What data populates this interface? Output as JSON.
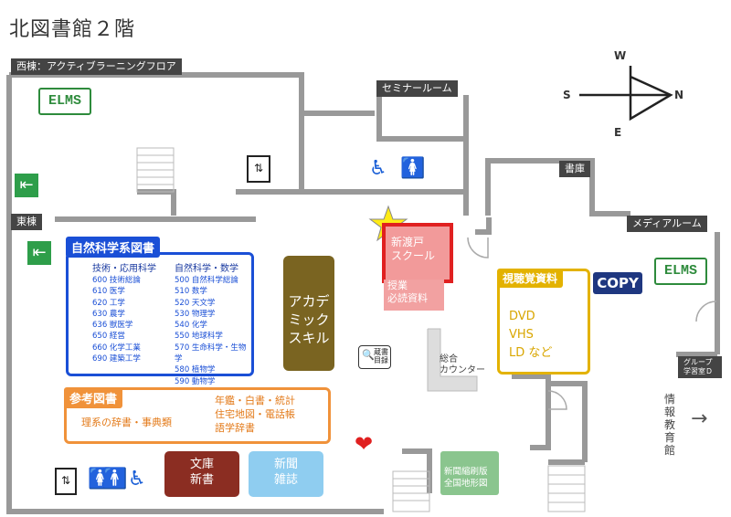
{
  "page_title": "北図書館２階",
  "rooms": {
    "west_wing": "西棟：アクティブラーニングフロア",
    "seminar": "セミナールーム",
    "shoko": "書庫",
    "media": "メディアルーム",
    "east_wing": "東棟",
    "group_study": "グループ学習室Ｄ"
  },
  "compass": {
    "north": "N",
    "south": "S",
    "east": "E",
    "west": "W"
  },
  "science": {
    "title": "自然科学系図書",
    "col1_head": "技術・応用科学",
    "col1": [
      "600 技術総論",
      "610 医学",
      "620 工学",
      "630 農学",
      "636 獣医学",
      "650 経営",
      "660 化学工業",
      "690 建築工学"
    ],
    "col2_head": "自然科学・数学",
    "col2": [
      "500 自然科学総論",
      "510 数学",
      "520 天文学",
      "530 物理学",
      "540 化学",
      "550 地球科学",
      "570 生命科学・生物学",
      "580 植物学",
      "590 動物学"
    ]
  },
  "reference": {
    "title": "参考図書",
    "left": "理系の辞書・事典類",
    "right": [
      "年鑑・白書・統計",
      "住宅地図・電話帳",
      "語学辞書"
    ]
  },
  "academic_skill": [
    "アカデ",
    "ミック",
    "スキル"
  ],
  "bunko": [
    "文庫",
    "新書"
  ],
  "newspaper": [
    "新聞",
    "雑誌"
  ],
  "nitobe": [
    "新渡戸",
    "スクール"
  ],
  "jugyo": [
    "授業",
    "必読資料"
  ],
  "av": {
    "title": "視聴覚資料",
    "items": [
      "DVD",
      "VHS",
      "LD など"
    ]
  },
  "copy": "COPY",
  "elms": "ELMS",
  "shukusatsu": [
    "新聞縮刷版",
    "全国地形図"
  ],
  "counter": [
    "総合",
    "カウンター"
  ],
  "kensaku": [
    "蔵書",
    "目録"
  ],
  "joho": [
    "情",
    "報",
    "教",
    "育",
    "館"
  ],
  "arrow": "→",
  "colors": {
    "science": "#1a4fd6",
    "reference": "#f0923a",
    "nitobe": "#e02020",
    "av": "#e3b200",
    "copy": "#1f3780",
    "elms": "#2e8b3c"
  }
}
